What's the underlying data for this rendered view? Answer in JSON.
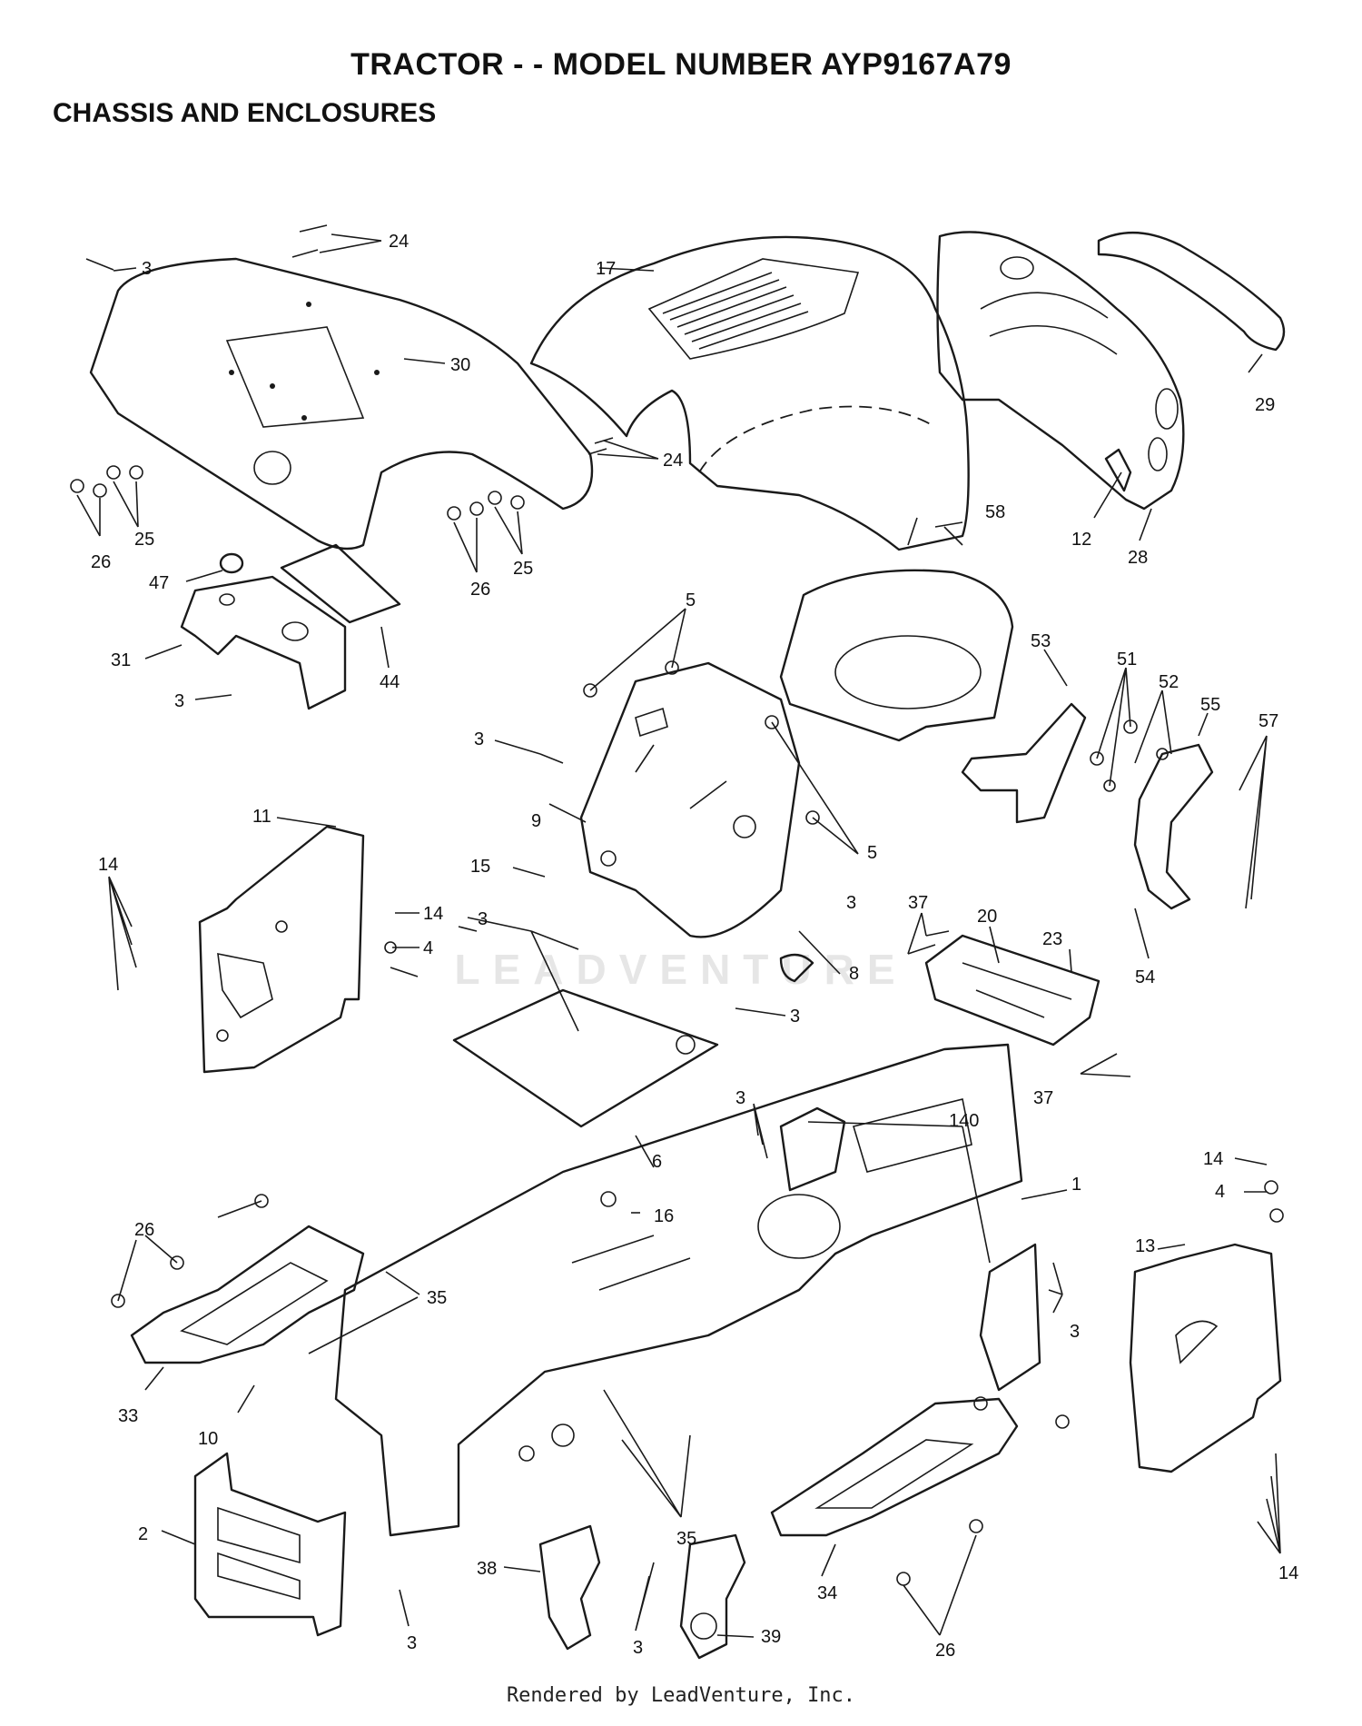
{
  "header": {
    "title": "TRACTOR - - MODEL NUMBER AYP9167A79",
    "subtitle": "CHASSIS AND ENCLOSURES"
  },
  "watermark": "LEADVENTURE",
  "footer": "Rendered by LeadVenture, Inc.",
  "callouts": [
    {
      "id": "c24a",
      "text": "24"
    },
    {
      "id": "c3a",
      "text": "3"
    },
    {
      "id": "c17",
      "text": "17"
    },
    {
      "id": "c30",
      "text": "30"
    },
    {
      "id": "c29",
      "text": "29"
    },
    {
      "id": "c24b",
      "text": "24"
    },
    {
      "id": "c26a",
      "text": "26"
    },
    {
      "id": "c25a",
      "text": "25"
    },
    {
      "id": "c26b",
      "text": "26"
    },
    {
      "id": "c25b",
      "text": "25"
    },
    {
      "id": "c58",
      "text": "58"
    },
    {
      "id": "c12",
      "text": "12"
    },
    {
      "id": "c28",
      "text": "28"
    },
    {
      "id": "c47",
      "text": "47"
    },
    {
      "id": "c31",
      "text": "31"
    },
    {
      "id": "c44",
      "text": "44"
    },
    {
      "id": "c3b",
      "text": "3"
    },
    {
      "id": "c5a",
      "text": "5"
    },
    {
      "id": "c53",
      "text": "53"
    },
    {
      "id": "c51",
      "text": "51"
    },
    {
      "id": "c52",
      "text": "52"
    },
    {
      "id": "c55",
      "text": "55"
    },
    {
      "id": "c57",
      "text": "57"
    },
    {
      "id": "c3c",
      "text": "3"
    },
    {
      "id": "c5b",
      "text": "5"
    },
    {
      "id": "c9",
      "text": "9"
    },
    {
      "id": "c14a",
      "text": "14"
    },
    {
      "id": "c11",
      "text": "11"
    },
    {
      "id": "c15",
      "text": "15"
    },
    {
      "id": "c14b",
      "text": "14"
    },
    {
      "id": "c4a",
      "text": "4"
    },
    {
      "id": "c3d",
      "text": "3"
    },
    {
      "id": "c37a",
      "text": "37"
    },
    {
      "id": "c20",
      "text": "20"
    },
    {
      "id": "c23",
      "text": "23"
    },
    {
      "id": "c54",
      "text": "54"
    },
    {
      "id": "c3e",
      "text": "3"
    },
    {
      "id": "c8",
      "text": "8"
    },
    {
      "id": "c3f",
      "text": "3"
    },
    {
      "id": "c37b",
      "text": "37"
    },
    {
      "id": "c3g",
      "text": "3"
    },
    {
      "id": "c140",
      "text": "140"
    },
    {
      "id": "c6",
      "text": "6"
    },
    {
      "id": "c14c",
      "text": "14"
    },
    {
      "id": "c1",
      "text": "1"
    },
    {
      "id": "c4b",
      "text": "4"
    },
    {
      "id": "c26c",
      "text": "26"
    },
    {
      "id": "c16",
      "text": "16"
    },
    {
      "id": "c13",
      "text": "13"
    },
    {
      "id": "c35a",
      "text": "35"
    },
    {
      "id": "c3h",
      "text": "3"
    },
    {
      "id": "c33",
      "text": "33"
    },
    {
      "id": "c10",
      "text": "10"
    },
    {
      "id": "c2",
      "text": "2"
    },
    {
      "id": "c35b",
      "text": "35"
    },
    {
      "id": "c38",
      "text": "38"
    },
    {
      "id": "c34",
      "text": "34"
    },
    {
      "id": "c14d",
      "text": "14"
    },
    {
      "id": "c3i",
      "text": "3"
    },
    {
      "id": "c3j",
      "text": "3"
    },
    {
      "id": "c39",
      "text": "39"
    },
    {
      "id": "c26d",
      "text": "26"
    }
  ]
}
